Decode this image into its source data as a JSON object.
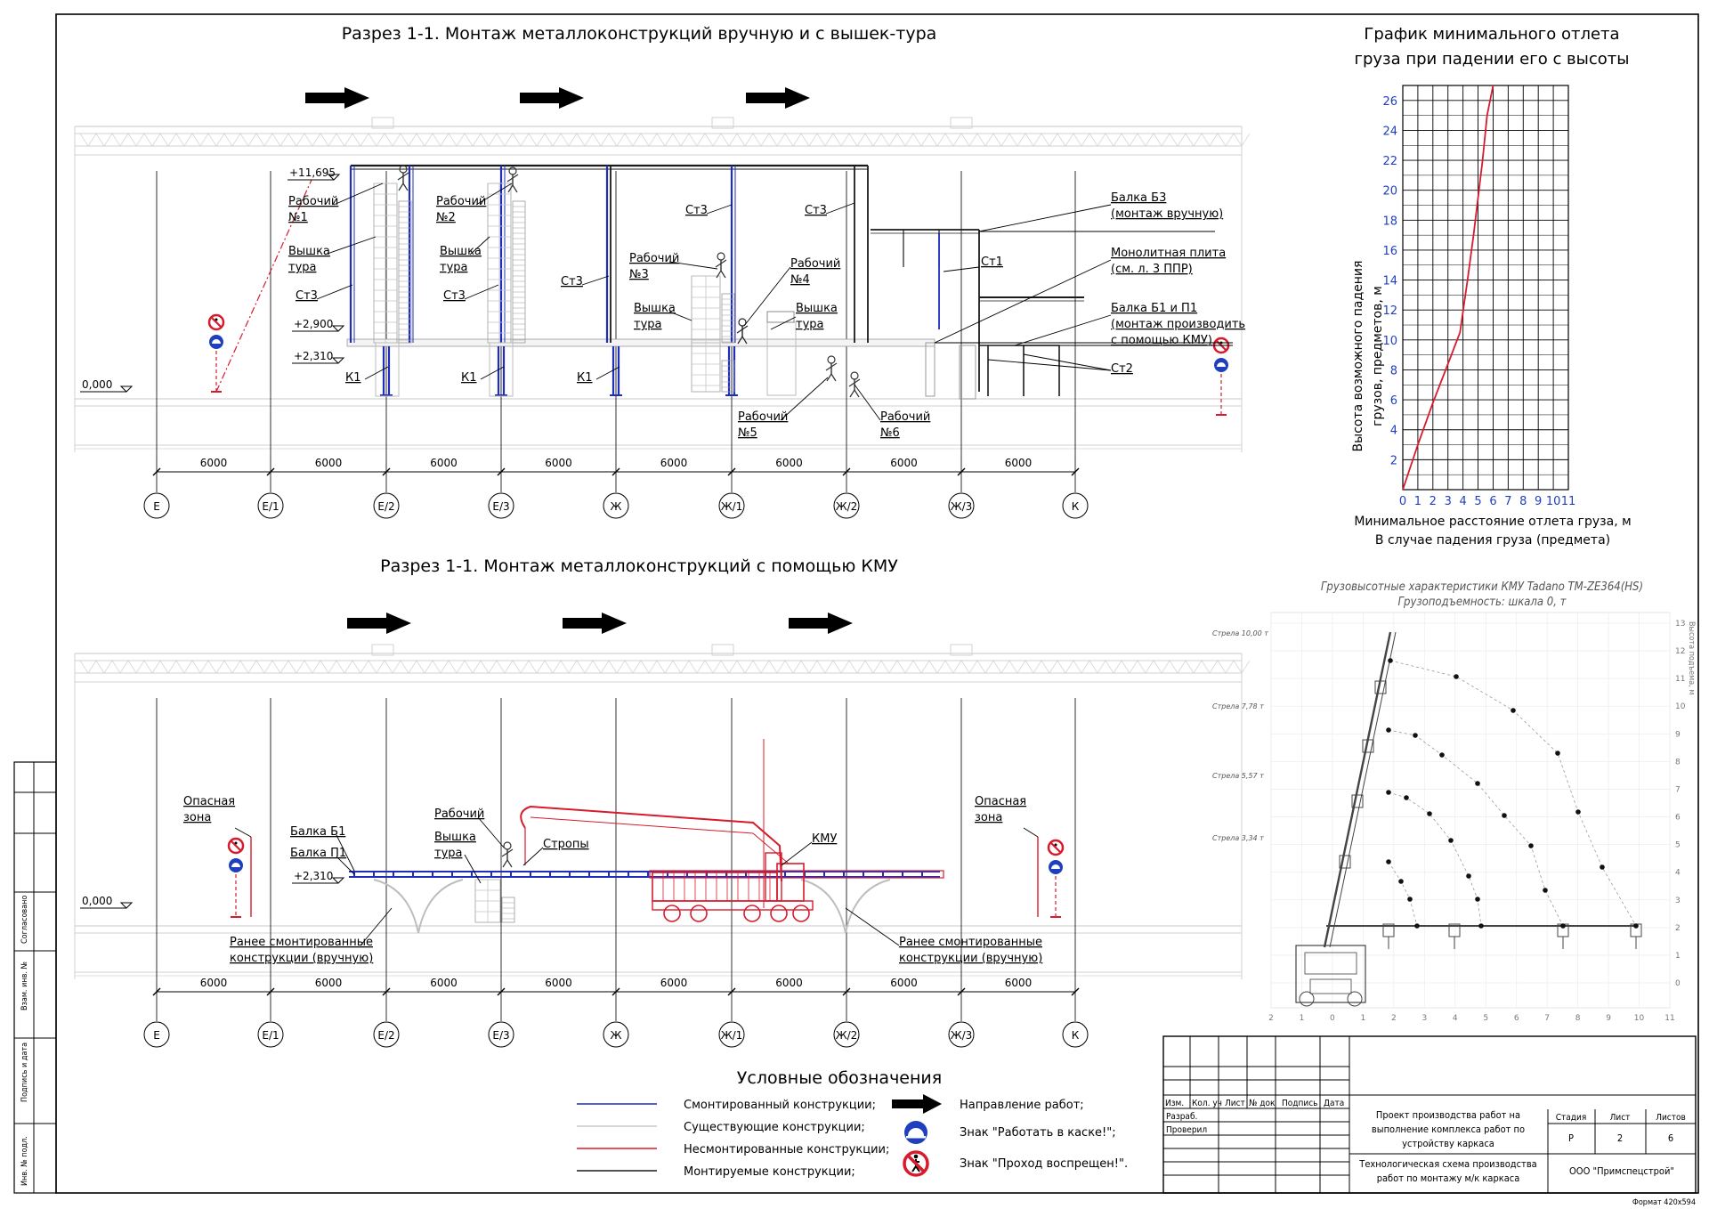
{
  "sections": {
    "top_title": "Разрез 1-1. Монтаж металлоконструкций вручную и с вышек-тура",
    "bottom_title": "Разрез 1-1. Монтаж металлоконструкций с помощью КМУ"
  },
  "axes_labels": [
    "Е",
    "Е/1",
    "Е/2",
    "Е/3",
    "Ж",
    "Ж/1",
    "Ж/2",
    "Ж/3",
    "К"
  ],
  "span_label": "6000",
  "top_section": {
    "level_11695": "+11,695",
    "level_2900": "+2,900",
    "level_2310": "+2,310",
    "level_0": "0,000",
    "worker1": [
      "Рабочий",
      "№1"
    ],
    "tower1": [
      "Вышка",
      "тура"
    ],
    "st3_a": "Ст3",
    "worker2": [
      "Рабочий",
      "№2"
    ],
    "tower2": [
      "Вышка",
      "тура"
    ],
    "st3_b": "Ст3",
    "st3_c": "Ст3",
    "st3_d": "Ст3",
    "st3_e": "Ст3",
    "worker3": [
      "Рабочий",
      "№3"
    ],
    "tower3": [
      "Вышка",
      "тура"
    ],
    "worker4": [
      "Рабочий",
      "№4"
    ],
    "tower4": [
      "Вышка",
      "тура"
    ],
    "worker5": [
      "Рабочий",
      "№5"
    ],
    "worker6": [
      "Рабочий",
      "№6"
    ],
    "k1": "К1",
    "beam_b3": [
      "Балка Б3",
      "(монтаж вручную)"
    ],
    "st1": "Ст1",
    "slab": [
      "Монолитная плита",
      "(см. л. 3 ППР)"
    ],
    "beam_b1": [
      "Балка Б1 и П1",
      "(монтаж производить",
      "с помощью КМУ)"
    ],
    "st2": "Ст2"
  },
  "bottom_section": {
    "danger_left": [
      "Опасная",
      "зона"
    ],
    "danger_right": [
      "Опасная",
      "зона"
    ],
    "beam_b1": "Балка Б1",
    "beam_p1": "Балка П1",
    "level_2310": "+2,310",
    "level_0": "0,000",
    "worker": "Рабочий",
    "tower": [
      "Вышка",
      "тура"
    ],
    "slings": "Стропы",
    "kmu": "КМУ",
    "earlier_left": [
      "Ранее смонтированные",
      "конструкции (вручную)"
    ],
    "earlier_right": [
      "Ранее смонтированные",
      "конструкции (вручную)"
    ]
  },
  "fall_graph": {
    "title": [
      "График минимального отлета",
      "груза при падении его с высоты"
    ],
    "ylabel": [
      "Высота возможного падения",
      "грузов, предметов, м"
    ],
    "xlabel": [
      "Минимальное расстояние отлета груза, м",
      "В случае падения груза (предмета)"
    ],
    "chart_data": {
      "type": "line",
      "xlim": [
        0,
        11
      ],
      "ylim": [
        0,
        27
      ],
      "x_ticks": [
        0,
        1,
        2,
        3,
        4,
        5,
        6,
        7,
        8,
        9,
        10,
        11
      ],
      "y_ticks": [
        2,
        4,
        6,
        8,
        10,
        12,
        14,
        16,
        18,
        20,
        22,
        24,
        26
      ],
      "grid": true,
      "color": "#d81b2c",
      "x": [
        0,
        1,
        2,
        3,
        3.8,
        4.3,
        4.7,
        5.0,
        5.3,
        5.6,
        6.0
      ],
      "y": [
        0,
        3,
        5.8,
        8.4,
        10.5,
        14,
        17,
        19.5,
        22,
        25,
        27
      ]
    }
  },
  "crane_chart": {
    "title": [
      "Грузовысотные характеристики КМУ Tadano TM-ZE364(HS)",
      "Грузоподъемность: шкала 0, т"
    ],
    "boom_labels": [
      "Стрела 10,00 т",
      "Стрела 7,78 т",
      "Стрела 5,57 т",
      "Стрела 3,34 т"
    ],
    "right_axis_label": "Высота подъема, м",
    "x_ticks": [
      "2",
      "1",
      "0",
      "1",
      "2",
      "3",
      "4",
      "5",
      "6",
      "7",
      "8",
      "9",
      "10",
      "11"
    ],
    "y_ticks": [
      "0",
      "1",
      "2",
      "3",
      "4",
      "5",
      "6",
      "7",
      "8",
      "9",
      "10",
      "11",
      "12",
      "13"
    ]
  },
  "legend": {
    "title": "Условные обозначения",
    "items": [
      {
        "label": "Смонтированный конструкции;",
        "color": "#1f2dbd"
      },
      {
        "label": "Существующие конструкции;",
        "color": "#d4d4d4"
      },
      {
        "label": "Несмонтированные конструкции;",
        "color": "#d81b2c"
      },
      {
        "label": "Монтируемые конструкции;",
        "color": "#1a1a1a"
      }
    ],
    "signs": [
      {
        "label": "Направление работ;",
        "icon": "arrow-right-icon"
      },
      {
        "label": "Знак \"Работать в каске!\";",
        "icon": "helmet-sign-icon"
      },
      {
        "label": "Знак \"Проход воспрещен!\".",
        "icon": "no-entry-sign-icon"
      }
    ]
  },
  "stamp": {
    "headers": [
      "Изм.",
      "Кол. уч",
      "Лист",
      "№ док",
      "Подпись",
      "Дата"
    ],
    "roles": [
      "Разраб.",
      "Проверил"
    ],
    "project": [
      "Проект производства работ на",
      "выполнение комплекса работ по",
      "устройству каркаса"
    ],
    "sheet_title": [
      "Технологическая схема производства",
      "работ по монтажу м/к каркаса"
    ],
    "stage_h": "Стадия",
    "sheet_h": "Лист",
    "sheets_h": "Листов",
    "stage": "Р",
    "sheet": "2",
    "sheets": "6",
    "company": "ООО \"Примспецстрой\"",
    "format": "Формат 420х594"
  },
  "side_stamp": {
    "labels": [
      "Согласовано",
      "Взам. инв. №",
      "Подпись и дата",
      "Инв. № подл."
    ]
  }
}
